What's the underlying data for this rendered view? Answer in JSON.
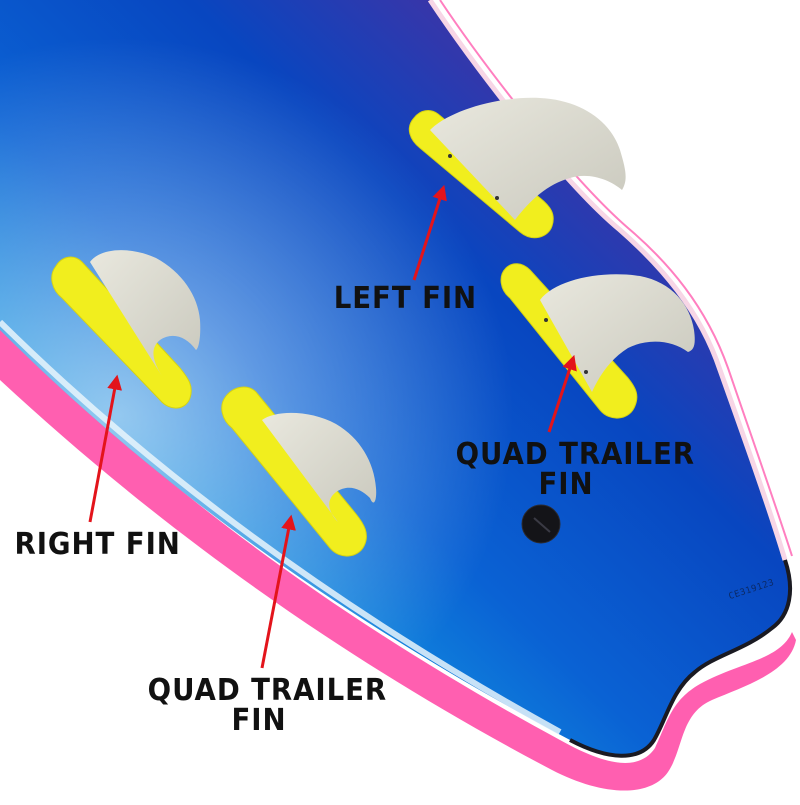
{
  "image": {
    "subject": "surfboard tail bottom with quad fin setup",
    "colors": {
      "background": "#ffffff",
      "deck_blue": "#0a4fc9",
      "deck_light_blue": "#12a6e6",
      "deck_magenta": "#d2044f",
      "deck_purple": "#7a1a8c",
      "rail_pink": "#ff5fb0",
      "fin_plug_yellow": "#f1ee1e",
      "fin_color": "#dcdbd0",
      "arrow_red": "#e3141b",
      "label_text": "#111111"
    }
  },
  "labels": [
    {
      "id": "left-fin",
      "lines": [
        "LEFT FIN"
      ]
    },
    {
      "id": "quad-trailer-fin-right",
      "lines": [
        "QUAD TRAILER",
        "FIN"
      ]
    },
    {
      "id": "right-fin",
      "lines": [
        "RIGHT FIN"
      ]
    },
    {
      "id": "quad-trailer-fin-left",
      "lines": [
        "QUAD TRAILER",
        "FIN"
      ]
    }
  ],
  "serial_number": "CE319123",
  "fins": [
    {
      "name": "left fin",
      "position": "top center-right"
    },
    {
      "name": "quad trailer fin",
      "position": "right"
    },
    {
      "name": "right fin",
      "position": "left"
    },
    {
      "name": "quad trailer fin",
      "position": "bottom center-left"
    }
  ],
  "leash_plug": "round black leash plug near tail"
}
